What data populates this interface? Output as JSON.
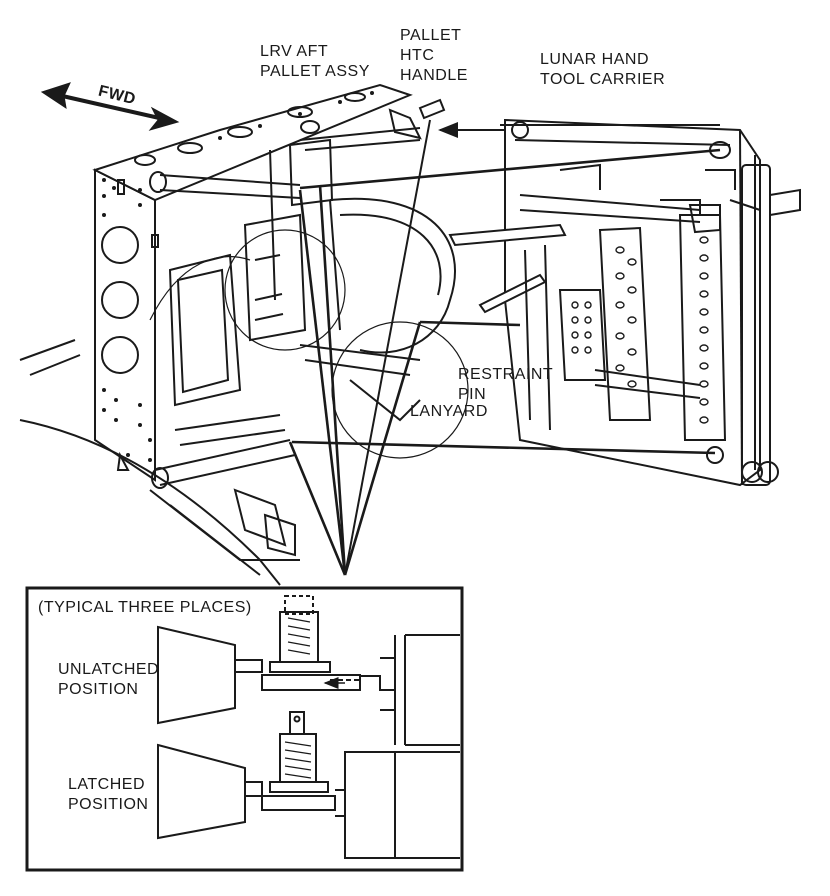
{
  "labels": {
    "fwd": "FWD",
    "lrv_aft_line1": "LRV AFT",
    "lrv_aft_line2": "PALLET ASSY",
    "pallet_htc_line1": "PALLET",
    "pallet_htc_line2": "HTC",
    "pallet_htc_line3": "HANDLE",
    "lunar_line1": "LUNAR HAND",
    "lunar_line2": "TOOL CARRIER",
    "restraint_line1": "RESTRAINT",
    "restraint_line2": "PIN",
    "lanyard": "LANYARD"
  },
  "inset": {
    "title": "(TYPICAL THREE PLACES)",
    "unlatched_line1": "UNLATCHED",
    "unlatched_line2": "POSITION",
    "latched_line1": "LATCHED",
    "latched_line2": "POSITION"
  },
  "colors": {
    "ink": "#1a1a1a",
    "paper": "#ffffff"
  }
}
